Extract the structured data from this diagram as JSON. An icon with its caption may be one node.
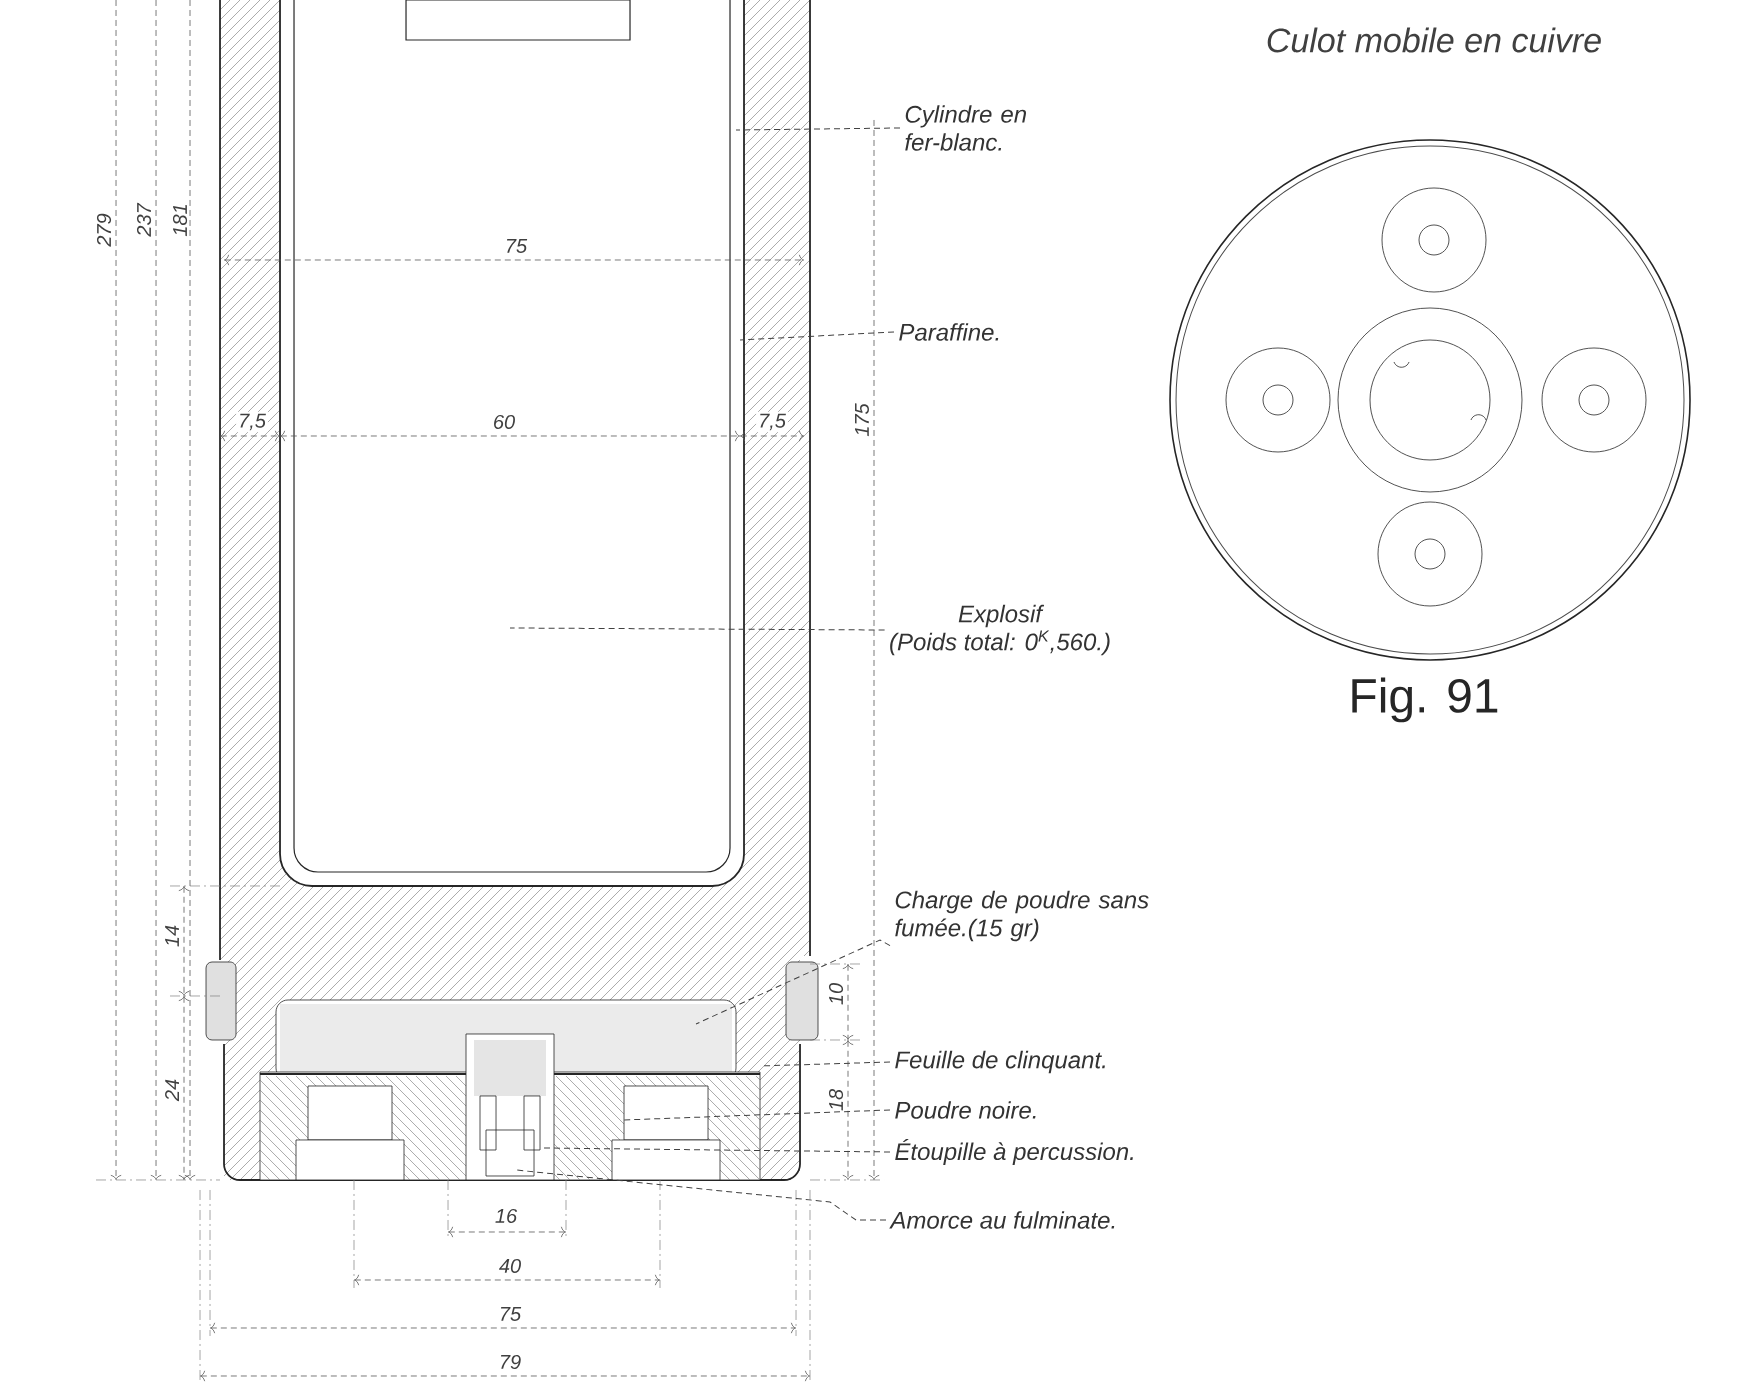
{
  "diagram": {
    "caption": "Fig. 91",
    "nodes": [
      {
        "text": [
          "Cylindre en fer-blanc."
        ]
      },
      {
        "text": [
          "Paraffine."
        ]
      },
      {
        "text": [
          "Explosif",
          "(Poids total: 0$^{K}$,560.)"
        ]
      },
      {
        "text": [
          "Charge de poudre sans fumée.(15 gr)"
        ]
      },
      {
        "text": [
          "Feuille de clinquant."
        ]
      },
      {
        "text": [
          "Poudre noire."
        ]
      },
      {
        "text": [
          "Étoupille à percussion."
        ]
      },
      {
        "text": [
          "Amorce au fulminate."
        ]
      }
    ],
    "edges": [
      {
        "from": 0,
        "to": null,
        "arrow": "none"
      },
      {
        "from": 1,
        "to": null,
        "arrow": "none"
      },
      {
        "from": 2,
        "to": null,
        "arrow": "none"
      },
      {
        "from": 3,
        "to": null,
        "arrow": "none"
      },
      {
        "from": 4,
        "to": null,
        "arrow": "none"
      },
      {
        "from": 5,
        "to": null,
        "arrow": "none"
      },
      {
        "from": 6,
        "to": null,
        "arrow": "none"
      },
      {
        "from": 7,
        "to": null,
        "arrow": "none"
      }
    ],
    "labels": [
      "Culot mobile en cuivre",
      "279",
      "237",
      "181",
      "75",
      "7,5",
      "60",
      "7,5",
      "175",
      "14",
      "10",
      "24",
      "18",
      "16",
      "40",
      "75",
      "79"
    ]
  }
}
